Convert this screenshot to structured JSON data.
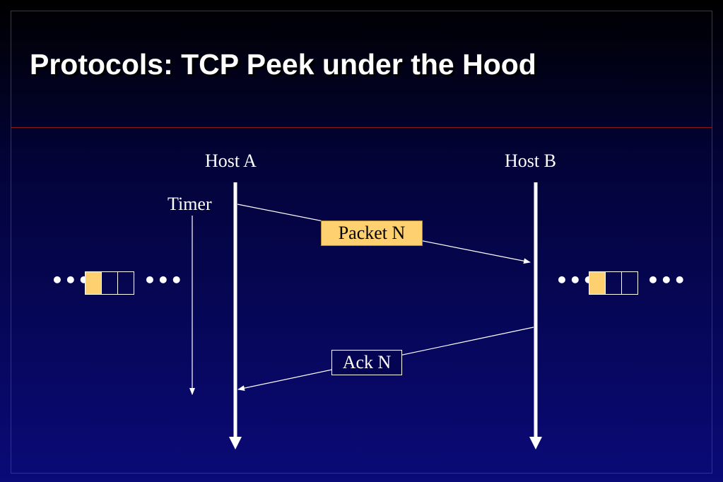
{
  "slide": {
    "title": "Protocols: TCP Peek under the Hood"
  },
  "diagram": {
    "host_a_label": "Host A",
    "host_b_label": "Host B",
    "timer_label": "Timer",
    "packet_label": "Packet N",
    "ack_label": "Ack N",
    "ellipsis": "•••",
    "window_cells": [
      "filled",
      "empty",
      "empty"
    ]
  },
  "colors": {
    "accent": "#ffd070",
    "frame": "#8a1a1a",
    "text": "#ffffff"
  }
}
